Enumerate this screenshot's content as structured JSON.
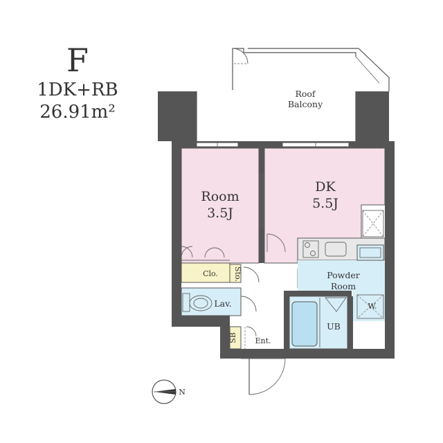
{
  "header": {
    "unit_type": "F",
    "layout": "1DK+RB",
    "area": "26.91m²"
  },
  "rooms": {
    "roof_balcony_line1": "Roof",
    "roof_balcony_line2": "Balcony",
    "room_name": "Room",
    "room_size": "3.5J",
    "dk_name": "DK",
    "dk_size": "5.5J",
    "powder_line1": "Powder",
    "powder_line2": "Room",
    "clo": "Clo.",
    "sto": "Sto.",
    "lav": "Lav.",
    "ub": "UB",
    "sb": "SB",
    "ent": "Ent.",
    "washer": "W."
  },
  "compass": {
    "direction": "N"
  },
  "colors": {
    "room_fill": "#f6dfe9",
    "wet_fill": "#d6eef7",
    "storage_fill": "#f8f3c8",
    "wall": "#555555"
  }
}
